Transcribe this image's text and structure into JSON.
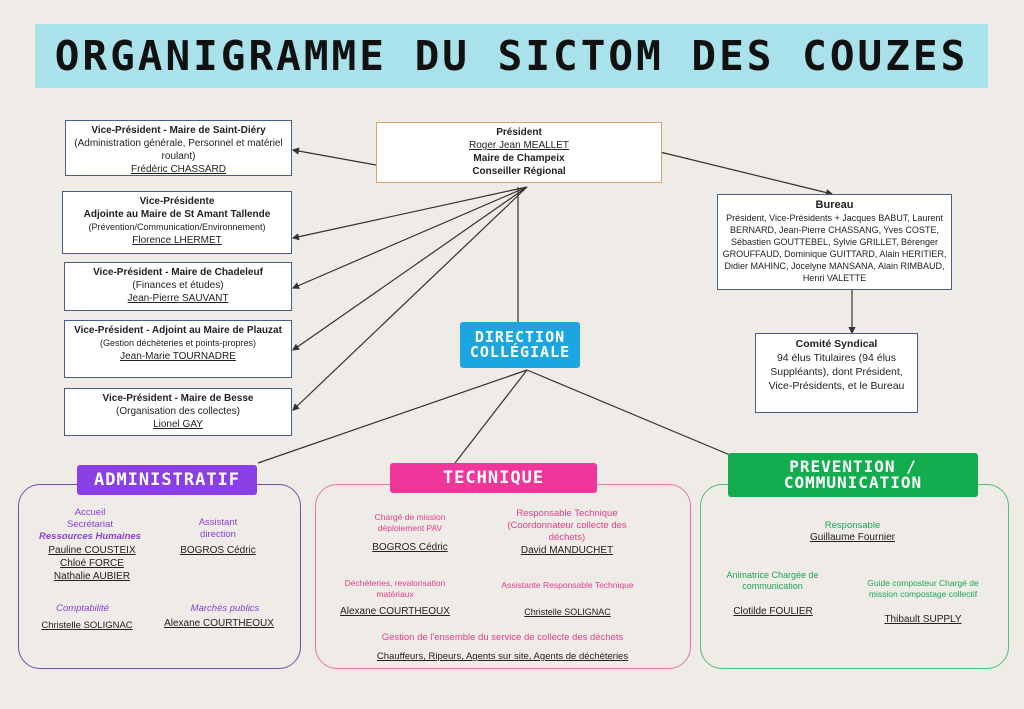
{
  "title": "ORGANIGRAMME DU SICTOM DES COUZES",
  "president": {
    "role": "Président",
    "name": "Roger Jean MEALLET",
    "line1": "Maire de Champeix",
    "line2": "Conseiller Régional"
  },
  "vice_presidents": [
    {
      "role": "Vice-Président - Maire de Saint-Diéry",
      "desc": "(Administration générale, Personnel et matériel roulant)",
      "name": "Frédéric CHASSARD"
    },
    {
      "role": "Vice-Présidente",
      "role2": "Adjointe au Maire de St Amant Tallende",
      "desc": "(Prévention/Communication/Environnement)",
      "name": "Florence LHERMET"
    },
    {
      "role": "Vice-Président - Maire de Chadeleuf",
      "desc": "(Finances et études)",
      "name": "Jean-Pierre SAUVANT"
    },
    {
      "role": "Vice-Président - Adjoint au Maire de Plauzat",
      "desc": "(Gestion déchèteries et points-propres)",
      "name": "Jean-Marie TOURNADRE"
    },
    {
      "role": "Vice-Président - Maire de Besse",
      "desc": "(Organisation des collectes)",
      "name": "Lionel GAY"
    }
  ],
  "bureau": {
    "title": "Bureau",
    "text": "Président, Vice-Présidents + Jacques BABUT, Laurent BERNARD, Jean-Pierre CHASSANG, Yves COSTE, Sébastien GOUTTEBEL, Sylvie GRILLET, Bérenger GROUFFAUD, Dominique GUITTARD, Alain HERITIER, Didier MAHINC, Jocelyne MANSANA, Alain RIMBAUD, Henri VALETTE"
  },
  "comite": {
    "title": "Comité Syndical",
    "text": "94 élus Titulaires (94 élus Suppléants), dont Président, Vice-Présidents, et le Bureau"
  },
  "direction": "DIRECTION COLLÉGIALE",
  "administratif": {
    "header": "ADMINISTRATIF",
    "accueil_role": "Accueil\nSecrétariat",
    "rh_role": "Ressources Humaines",
    "rh_names": [
      "Pauline COUSTEIX",
      "Chloé FORCE",
      "Nathalie AUBIER"
    ],
    "assistant_role": "Assistant direction",
    "assistant_name": "BOGROS Cédric",
    "compta_role": "Comptabilité",
    "compta_name": "Christelle SOLIGNAC",
    "marches_role": "Marchés publics",
    "marches_name": "Alexane COURTHEOUX"
  },
  "technique": {
    "header": "TECHNIQUE",
    "pav_role": "Chargé de mission déploiement PAV",
    "pav_name": "BOGROS Cédric",
    "resp_role": "Responsable Technique (Coordonnateur collecte des déchets)",
    "resp_name": "David MANDUCHET",
    "dech_role": "Déchèteries, revalorisation matériaux",
    "dech_name": "Alexane COURTHEOUX",
    "assist_role": "Assistante Responsable Technique",
    "assist_name": "Christelle SOLIGNAC",
    "gestion_role": "Gestion de l'ensemble du service de collecte des déchets",
    "gestion_names": "Chauffeurs, Ripeurs, Agents sur site, Agents de déchèteries"
  },
  "prevention": {
    "header": "PREVENTION / COMMUNICATION",
    "resp_role": "Responsable",
    "resp_name": "Guillaume Fournier",
    "anim_role": "Animatrice Chargée de communication",
    "anim_name": "Clotilde FOULIER",
    "guide_role": "Guide composteur Chargé de mission compostage collectif",
    "guide_name": "Thibault SUPPLY"
  },
  "colors": {
    "banner": "#a9e2ea",
    "direction": "#1ba6e0",
    "administratif": "#8b3fe6",
    "technique": "#f0369a",
    "prevention": "#13ad4f"
  }
}
